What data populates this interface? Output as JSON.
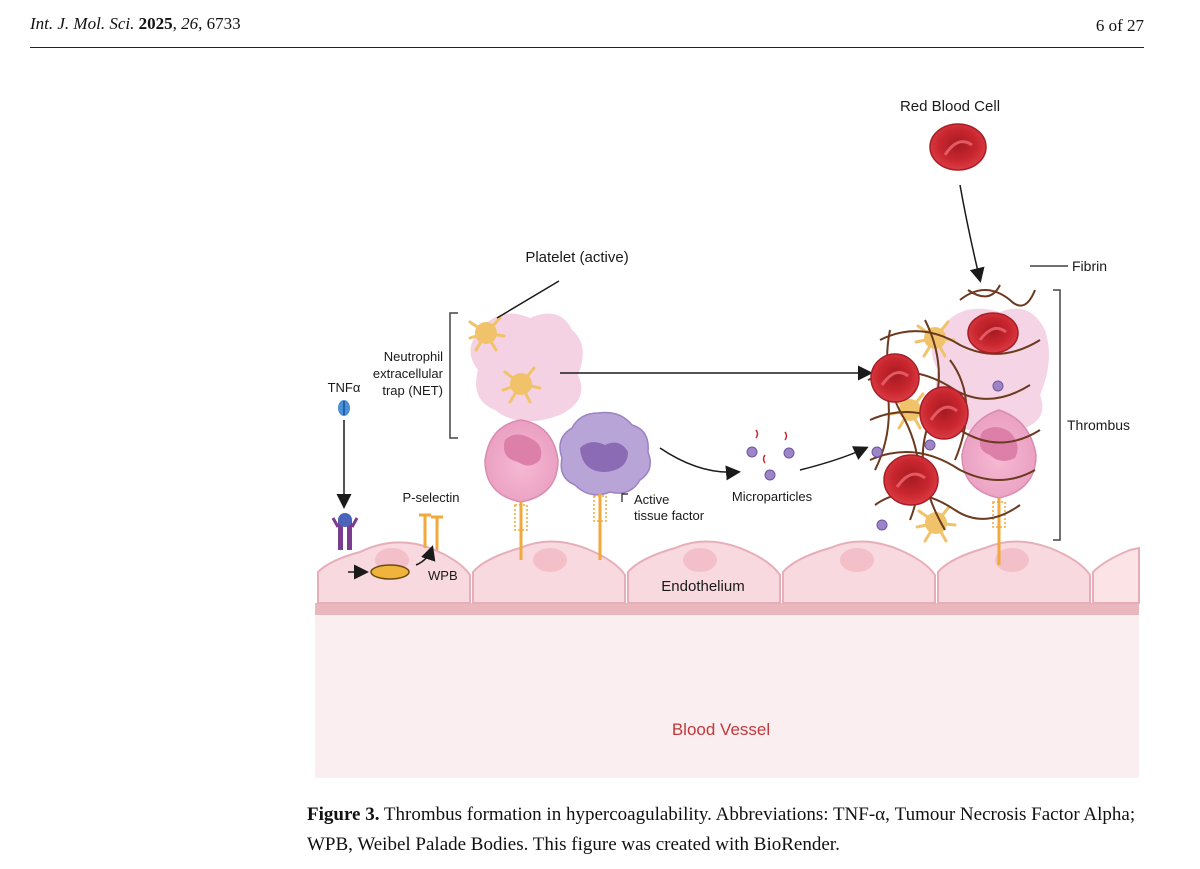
{
  "header": {
    "journal": "Int. J. Mol. Sci.",
    "year": "2025",
    "volume": "26",
    "article": "6733",
    "page": "6 of 27"
  },
  "figure": {
    "labels": {
      "red_blood_cell": "Red Blood Cell",
      "platelet": "Platelet (active)",
      "fibrin": "Fibrin",
      "net_line1": "Neutrophil",
      "net_line2": "extracellular",
      "net_line3": "trap (NET)",
      "tnfa": "TNFα",
      "thrombus": "Thrombus",
      "p_selectin": "P-selectin",
      "active_tf_line1": "Active",
      "active_tf_line2": "tissue factor",
      "microparticles": "Microparticles",
      "wpb": "WPB",
      "endothelium": "Endothelium",
      "blood_vessel": "Blood Vessel"
    },
    "colors": {
      "rbc": "#c8262e",
      "platelet": "#f0c36a",
      "net": "#f3cde0",
      "neutrophil": "#eea9c9",
      "monocyte": "#b9a4d8",
      "fibrin": "#6b3a1f",
      "endothelium": "#f8d9df",
      "vessel": "#fbeef0",
      "vessel_text": "#c0393b",
      "microparticle": "#9d84c6"
    }
  },
  "caption": {
    "label": "Figure 3.",
    "text": " Thrombus formation in hypercoagulability. Abbreviations: TNF-α, Tumour Necrosis Factor Alpha; WPB, Weibel Palade Bodies. This figure was created with BioRender."
  }
}
